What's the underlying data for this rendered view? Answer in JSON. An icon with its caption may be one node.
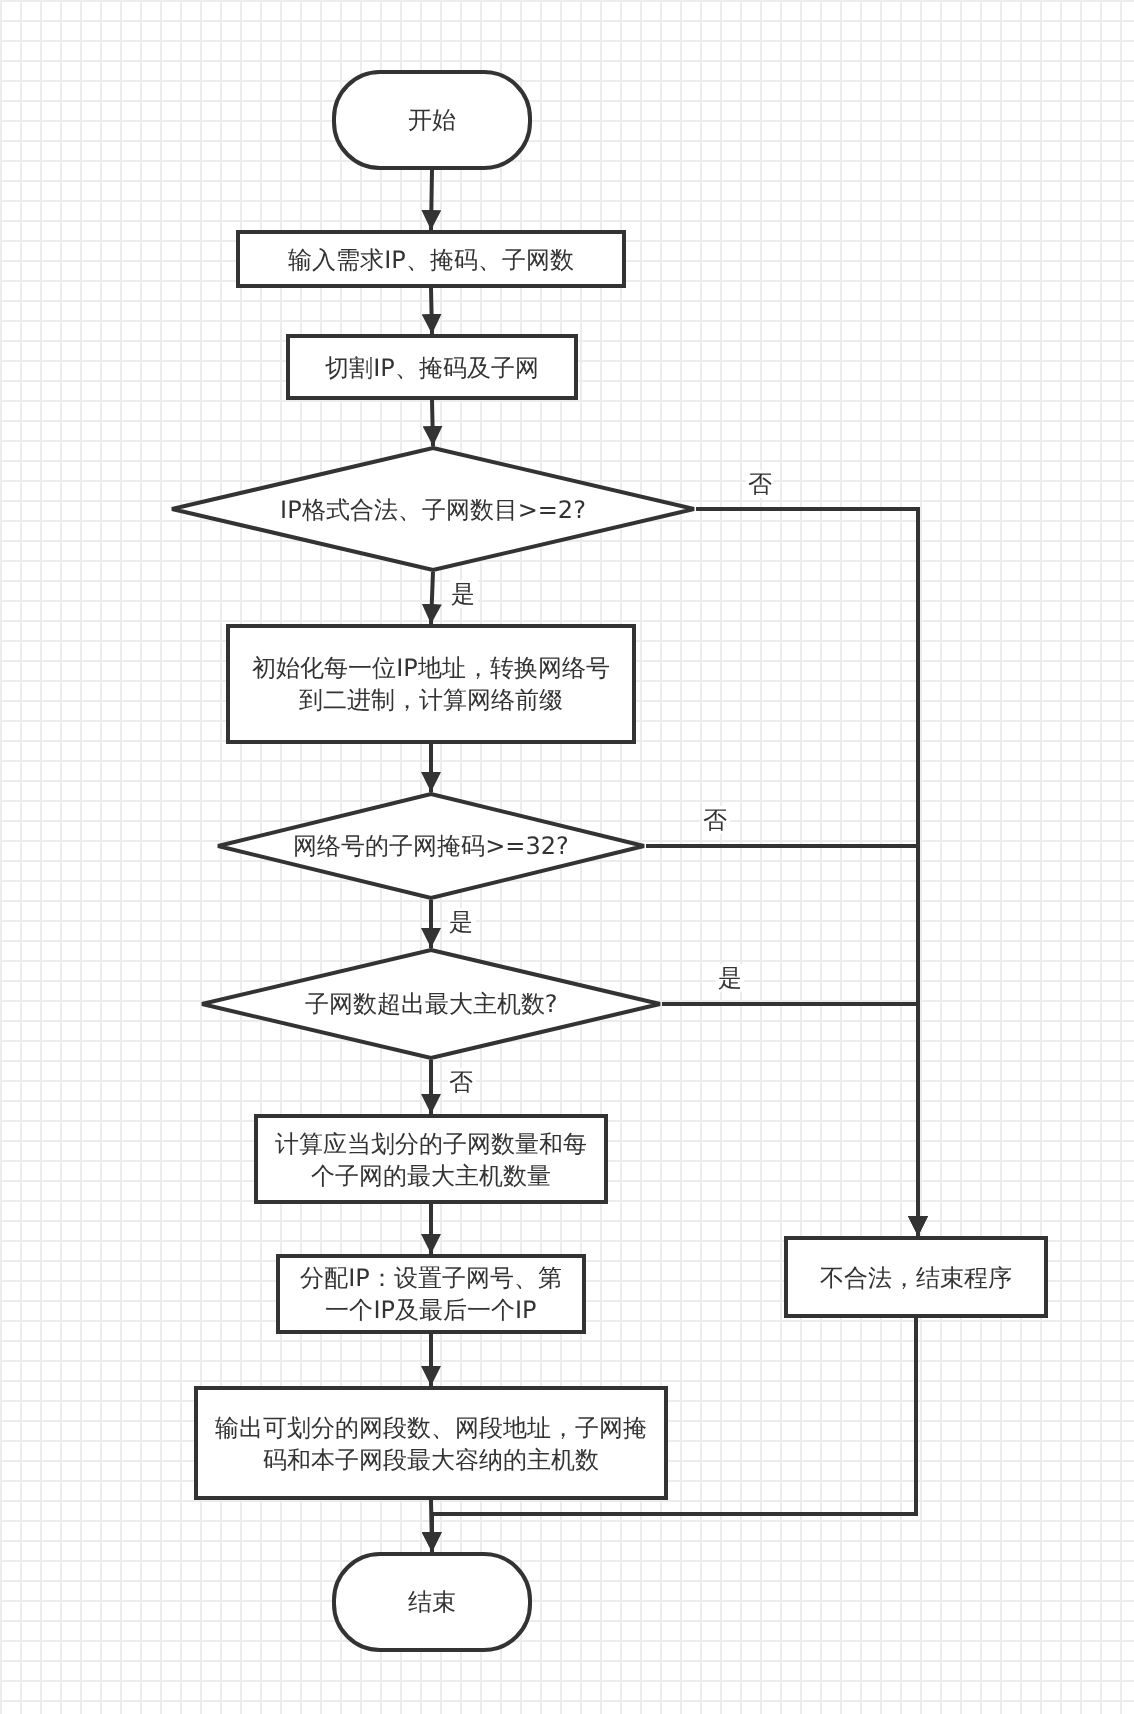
{
  "diagram": {
    "nodes": [
      {
        "text": [
          "开始"
        ]
      },
      {
        "text": [
          "输入需求IP、掩码、子网数"
        ]
      },
      {
        "text": [
          "切割IP、掩码及子网"
        ]
      },
      {
        "text": [
          "IP格式合法、子网数目>=2?"
        ]
      },
      {
        "text": [
          "初始化每一位IP地址，转换网络号到二进制，计算网络前缀"
        ]
      },
      {
        "text": [
          "网络号的子网掩码>=32?"
        ]
      },
      {
        "text": [
          "子网数超出最大主机数?"
        ]
      },
      {
        "text": [
          "计算应当划分的子网数量和每个子网的最大主机数量"
        ]
      },
      {
        "text": [
          "分配IP：设置子网号、第一个IP及最后一个IP"
        ]
      },
      {
        "text": [
          "输出可划分的网段数、网段地址，子网掩码和本子网段最大容纳的主机数"
        ]
      },
      {
        "text": [
          "结束"
        ]
      },
      {
        "text": [
          "不合法，结束程序"
        ]
      }
    ],
    "edges": [
      {
        "from": 0,
        "to": 1,
        "arrow": "to"
      },
      {
        "from": 1,
        "to": 2,
        "arrow": "to"
      },
      {
        "from": 2,
        "to": 3,
        "arrow": "to"
      },
      {
        "from": 3,
        "to": 4,
        "arrow": "to",
        "label": "是"
      },
      {
        "from": 3,
        "to": 11,
        "arrow": "to",
        "label": "否"
      },
      {
        "from": 4,
        "to": 5,
        "arrow": "to"
      },
      {
        "from": 5,
        "to": 6,
        "arrow": "to",
        "label": "是"
      },
      {
        "from": 5,
        "to": 11,
        "arrow": "to",
        "label": "否"
      },
      {
        "from": 6,
        "to": 11,
        "arrow": "to",
        "label": "是"
      },
      {
        "from": 6,
        "to": 7,
        "arrow": "to",
        "label": "否"
      },
      {
        "from": 7,
        "to": 8,
        "arrow": "to"
      },
      {
        "from": 8,
        "to": 9,
        "arrow": "to"
      },
      {
        "from": 9,
        "to": 10,
        "arrow": "to"
      },
      {
        "from": 11,
        "to": 10,
        "arrow": "to"
      }
    ]
  }
}
